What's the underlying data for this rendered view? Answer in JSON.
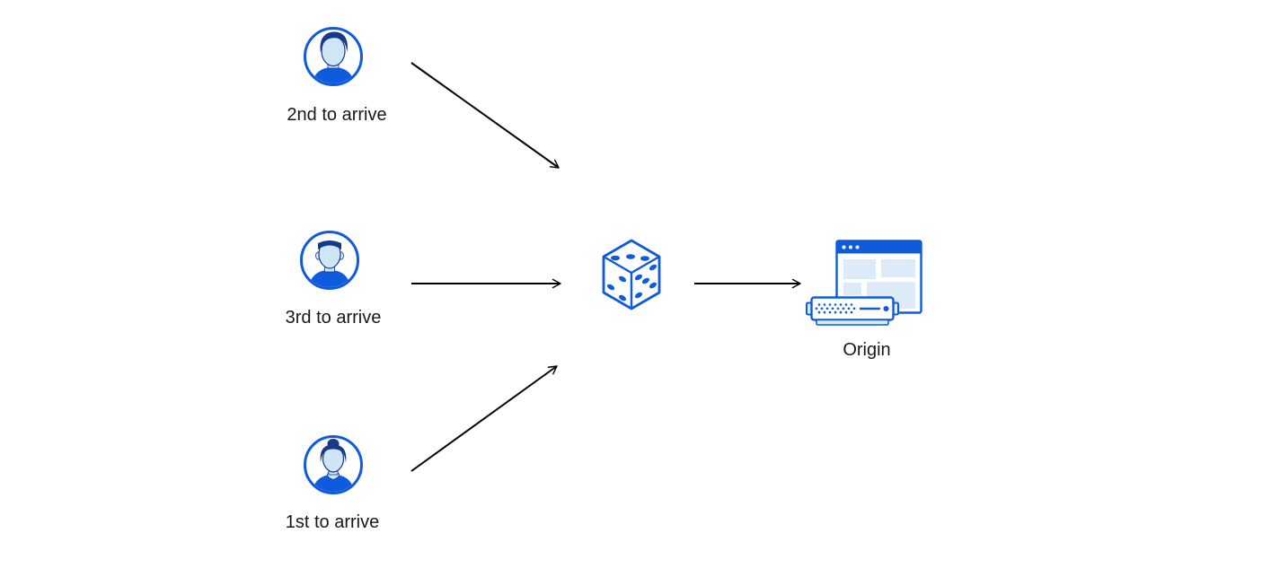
{
  "diagram": {
    "type": "flow-diagram",
    "colors": {
      "primary_blue": "#0f5bdd",
      "navy": "#16398c",
      "face_blue": "#cfe6f6",
      "panel_blue": "#ddebf8",
      "text_color": "#17181a",
      "arrow_color": "#000000",
      "background_color": "#ffffff"
    },
    "nodes": [
      {
        "id": "user-second",
        "label": "2nd to arrive",
        "icon": "man-avatar-icon"
      },
      {
        "id": "user-third",
        "label": "3rd to arrive",
        "icon": "man-flattop-avatar-icon"
      },
      {
        "id": "user-first",
        "label": "1st to arrive",
        "icon": "woman-avatar-icon"
      },
      {
        "id": "randomizer",
        "label": "",
        "icon": "dice-icon"
      },
      {
        "id": "origin",
        "label": "Origin",
        "icon": "origin-server-icon"
      }
    ],
    "edges": [
      {
        "from": "user-second",
        "to": "randomizer"
      },
      {
        "from": "user-third",
        "to": "randomizer"
      },
      {
        "from": "user-first",
        "to": "randomizer"
      },
      {
        "from": "randomizer",
        "to": "origin"
      }
    ]
  }
}
